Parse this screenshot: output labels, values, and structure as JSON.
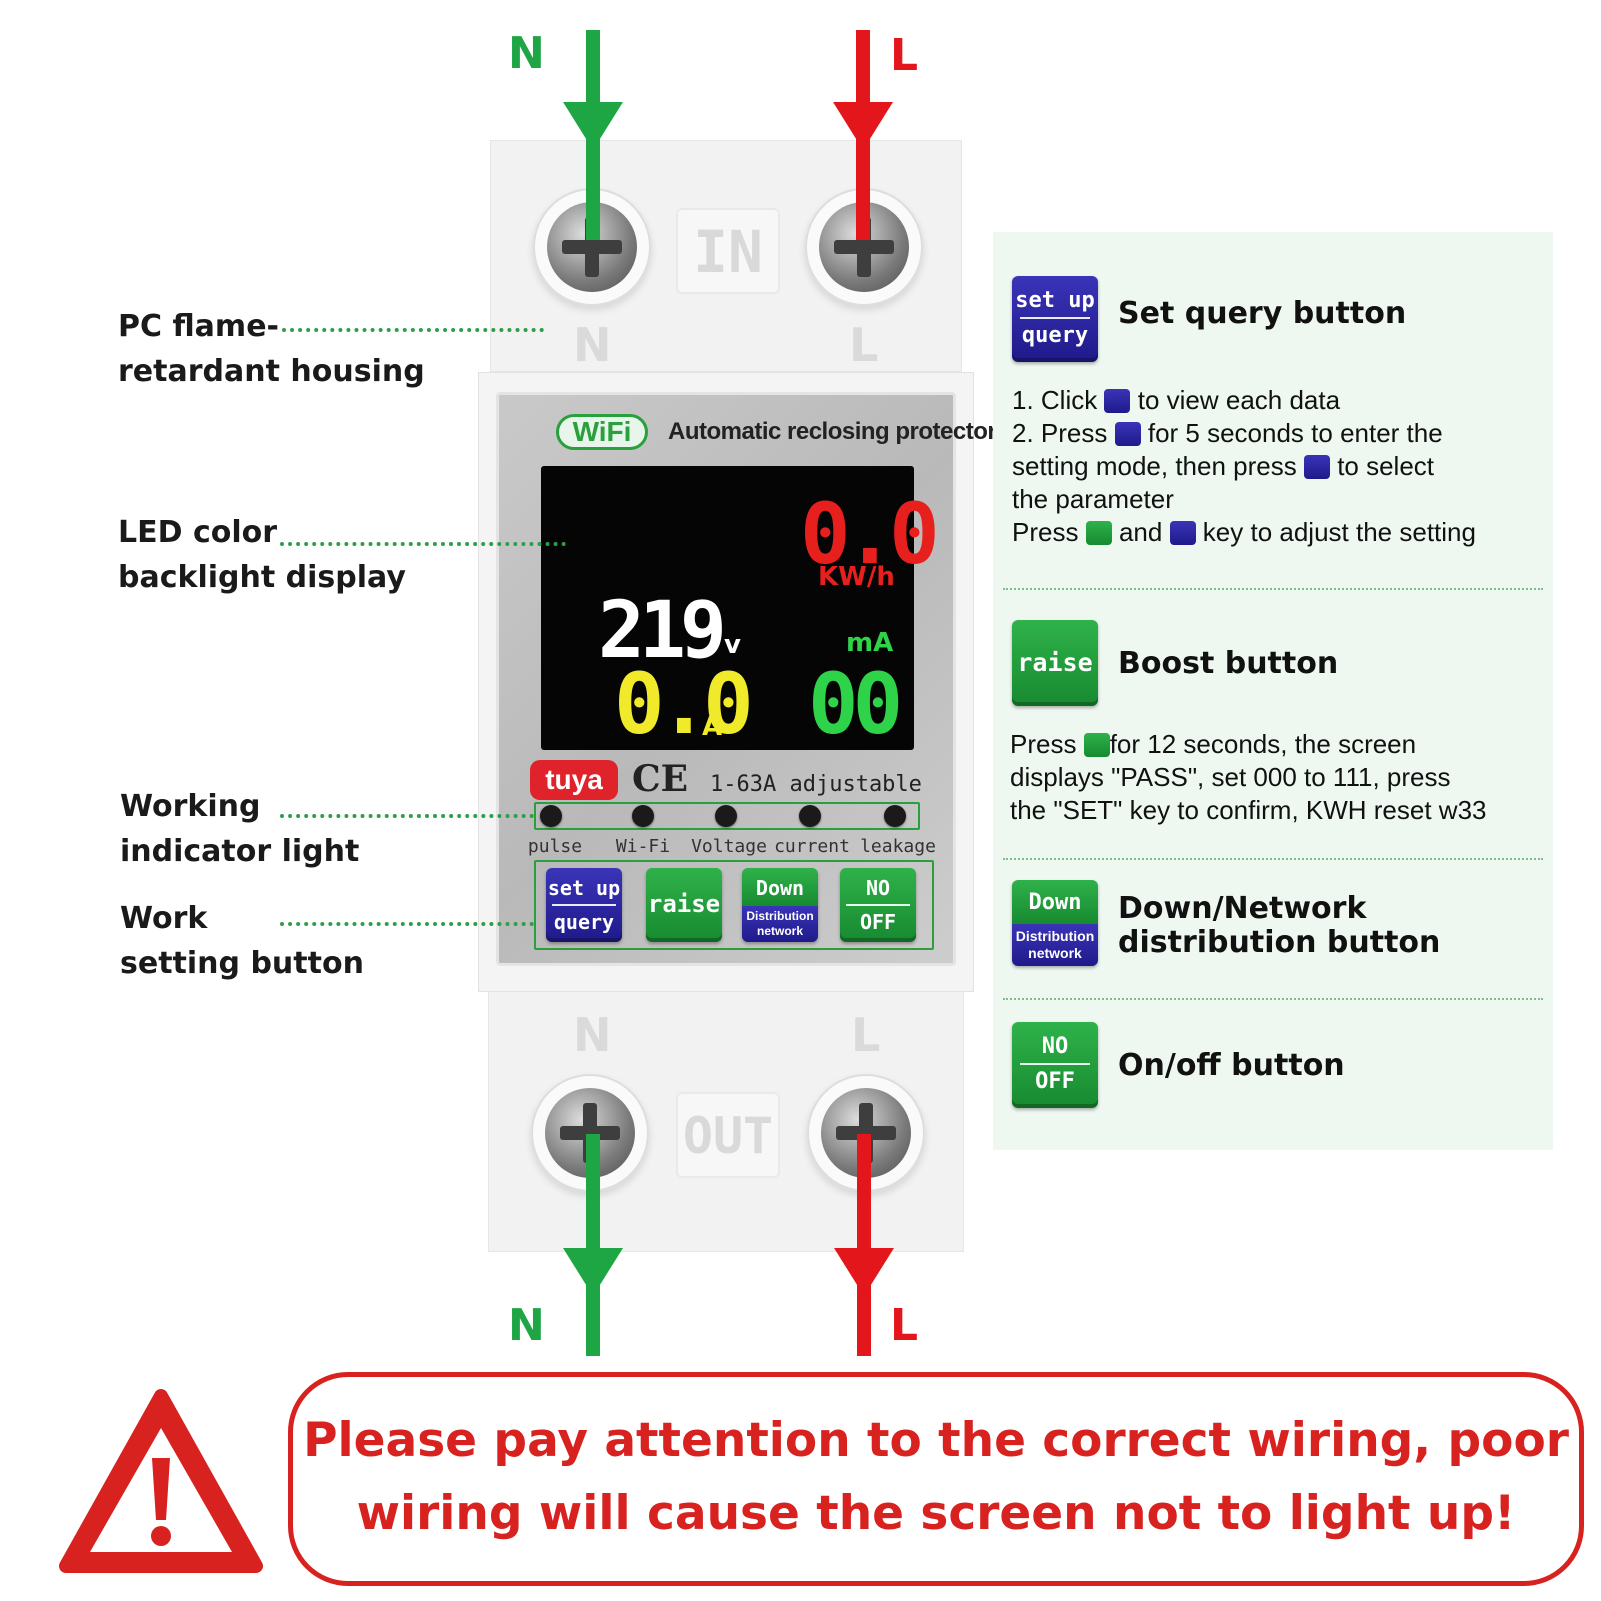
{
  "wiring": {
    "top_n": "N",
    "top_l": "L",
    "bottom_n": "N",
    "bottom_l": "L",
    "colors": {
      "neutral": "#1ea544",
      "live": "#e3161b"
    }
  },
  "callouts": {
    "housing_1": "PC flame-",
    "housing_2": "retardant housing",
    "display_1": "LED color",
    "display_2": "backlight display",
    "indicator_1": "Working",
    "indicator_2": "indicator light",
    "work_1": "Work",
    "work_2": "setting button"
  },
  "device": {
    "in_label": "IN",
    "out_label": "OUT",
    "top_n": "N",
    "top_l": "L",
    "bottom_n": "N",
    "bottom_l": "L",
    "wifi_badge": "WiFi",
    "title": "Automatic reclosing protector",
    "display": {
      "energy": "0.0",
      "energy_unit": "KW/h",
      "voltage": "219",
      "voltage_unit": "v",
      "current": "0.0",
      "current_unit": "A",
      "leakage_unit": "mA",
      "leakage": "00"
    },
    "brand": "tuya",
    "ce_mark": "CE",
    "rating": "1-63A adjustable",
    "indicators": [
      "pulse",
      "Wi-Fi",
      "Voltage",
      "current",
      "leakage"
    ],
    "buttons": {
      "setup_top": "set up",
      "setup_bottom": "query",
      "raise": "raise",
      "down_top": "Down",
      "down_bottom_1": "Distribution",
      "down_bottom_2": "network",
      "onoff_top": "NO",
      "onoff_bottom": "OFF"
    }
  },
  "info": {
    "setup": {
      "title": "Set query button",
      "line1_a": "1. Click",
      "line1_b": "to view each data",
      "line2_a": "2. Press",
      "line2_b": "for 5 seconds to enter the",
      "line3_a": "setting mode, then press",
      "line3_b": "to select",
      "line4": "the parameter",
      "line5_a": "Press",
      "line5_b": "and",
      "line5_c": "key to adjust the setting"
    },
    "boost": {
      "title": "Boost button",
      "line1_a": "Press",
      "line1_b": "for 12 seconds, the screen",
      "line2": "displays \"PASS\", set 000 to 111, press",
      "line3": "the \"SET\" key to confirm, KWH reset w33"
    },
    "down": {
      "title_1": "Down/Network",
      "title_2": "distribution button"
    },
    "onoff": {
      "title": "On/off button"
    }
  },
  "warning": {
    "line1": "Please pay attention to the correct wiring, poor",
    "line2": "wiring will cause the screen not to light up!",
    "color": "#d8221f"
  }
}
